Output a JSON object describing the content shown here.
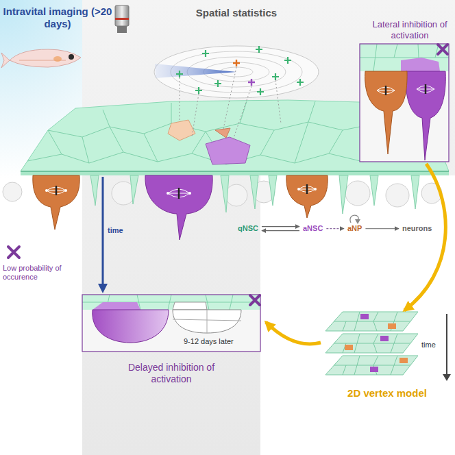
{
  "diagram": {
    "nodes": [
      {
        "text": [
          "Lateral inhibition of activation"
        ]
      },
      {
        "text": [
          "qNSC"
        ]
      },
      {
        "text": [
          "aNSC"
        ]
      },
      {
        "text": [
          "aNP"
        ]
      },
      {
        "text": [
          "neurons"
        ]
      },
      {
        "text": [
          "9-12 days later",
          "Delayed inhibition of activation"
        ]
      },
      {
        "text": [
          "time",
          "2D vertex model"
        ]
      }
    ],
    "edges": [
      {
        "from": 1,
        "to": 2,
        "arrow": "to"
      },
      {
        "from": 2,
        "to": 1,
        "arrow": "to"
      },
      {
        "from": 2,
        "to": 3,
        "arrow": "to"
      },
      {
        "from": 3,
        "to": 4,
        "arrow": "to"
      },
      {
        "from": 0,
        "to": 6,
        "arrow": "to"
      },
      {
        "from": 6,
        "to": 5,
        "arrow": "to"
      }
    ],
    "labels": [
      "Intravital imaging (>20 days)",
      "Spatial statistics",
      "time",
      "Low probability of occurence"
    ]
  }
}
